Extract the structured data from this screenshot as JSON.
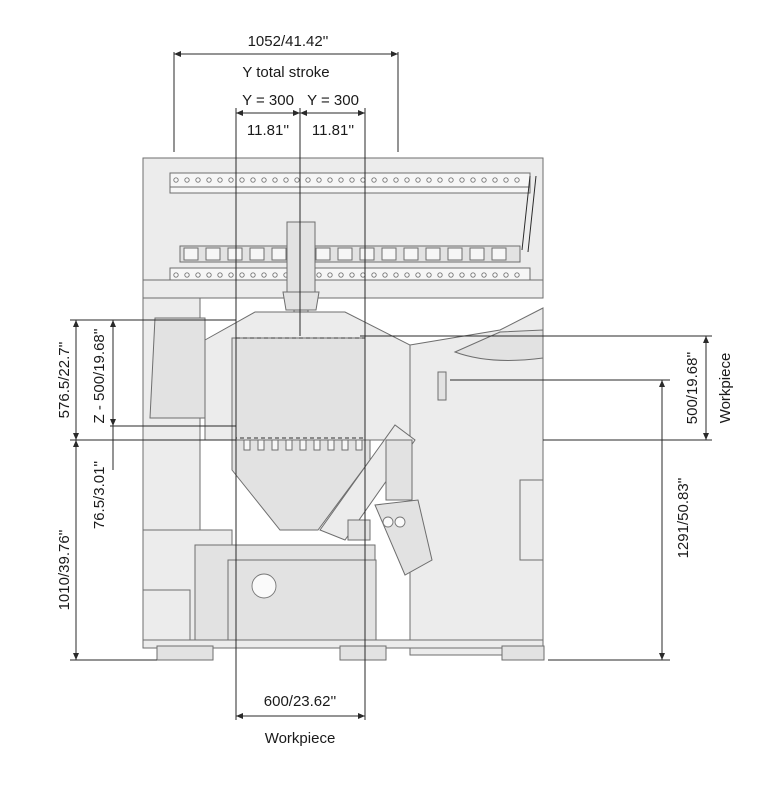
{
  "dimensions": {
    "y_total": "1052/41.42''",
    "y_total_label": "Y total stroke",
    "y_left": "Y = 300",
    "y_right": "Y = 300",
    "y_left_in": "11.81''",
    "y_right_in": "11.81''",
    "height_total": "576.5/22.7''",
    "z_stroke": "Z - 500/19.68''",
    "z_offset": "76.5/3.01''",
    "floor_to_table": "1010/39.76''",
    "workpiece_width": "600/23.62''",
    "workpiece_label_bottom": "Workpiece",
    "workpiece_height": "500/19.68''",
    "workpiece_label_right": "Workpiece",
    "floor_to_top": "1291/50.83''"
  },
  "colors": {
    "machine_fill": "#ececec",
    "line": "#2a2a2a"
  }
}
